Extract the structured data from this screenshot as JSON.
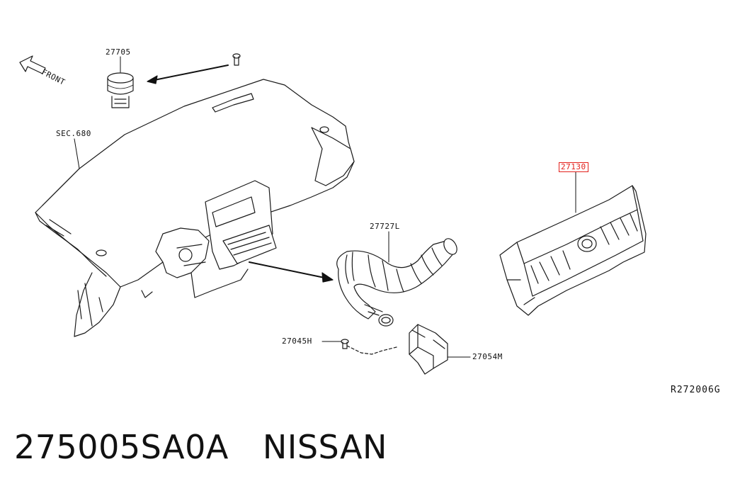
{
  "diagram": {
    "front_label": "FRONT",
    "callouts": {
      "p27705": "27705",
      "sec680": "SEC.680",
      "p27727L": "27727L",
      "p27130": "27130",
      "p27045H": "27045H",
      "p27054M": "27054M"
    },
    "highlight_color": "#e3211c",
    "reference_code": "R272006G"
  },
  "footer": {
    "part_number": "275005SA0A",
    "brand": "NISSAN"
  }
}
